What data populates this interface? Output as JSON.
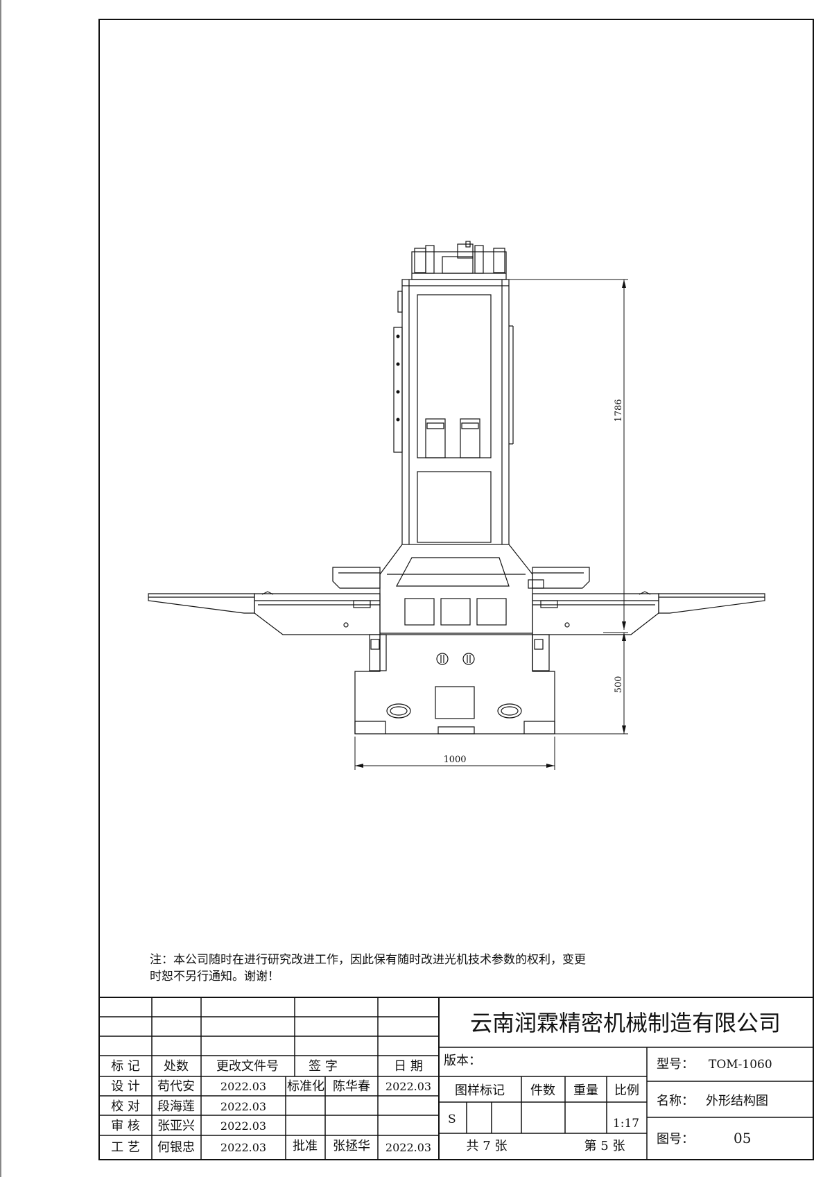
{
  "dimensions": {
    "height_upper": "1786",
    "height_lower": "500",
    "width": "1000"
  },
  "note": {
    "line1": "注：本公司随时在进行研究改进工作，因此保有随时改进光机技术参数的权利，变更",
    "line2": "时恕不另行通知。谢谢！"
  },
  "title_block": {
    "company": "云南润霖精密机械制造有限公司",
    "version_label": "版本：",
    "model_label": "型号：",
    "model_value": "TOM-1060",
    "name_label": "名称：",
    "name_value": "外形结构图",
    "drawing_no_label": "图号：",
    "drawing_no_value": "05",
    "sample_mark": "图样标记",
    "quantity": "件数",
    "weight": "重量",
    "scale": "比例",
    "sample_value": "S",
    "scale_value": "1:17",
    "sheets_total": "共 7 张",
    "sheet_current": "第 5 张",
    "rev_headers": {
      "mark": "标 记",
      "count": "处数",
      "doc": "更改文件号",
      "sign": "签 字",
      "date": "日 期"
    },
    "rows": {
      "design": {
        "label": "设 计",
        "name": "苟代安",
        "date": "2022.03"
      },
      "check": {
        "label": "校 对",
        "name": "段海莲",
        "date": "2022.03"
      },
      "review": {
        "label": "审 核",
        "name": "张亚兴",
        "date": "2022.03"
      },
      "process": {
        "label": "工 艺",
        "name": "何银忠",
        "date": "2022.03"
      }
    },
    "standard": {
      "label": "标准化",
      "name": "陈华春",
      "date": "2022.03"
    },
    "approve": {
      "label": "批准",
      "name": "张拯华",
      "date": "2022.03"
    }
  }
}
